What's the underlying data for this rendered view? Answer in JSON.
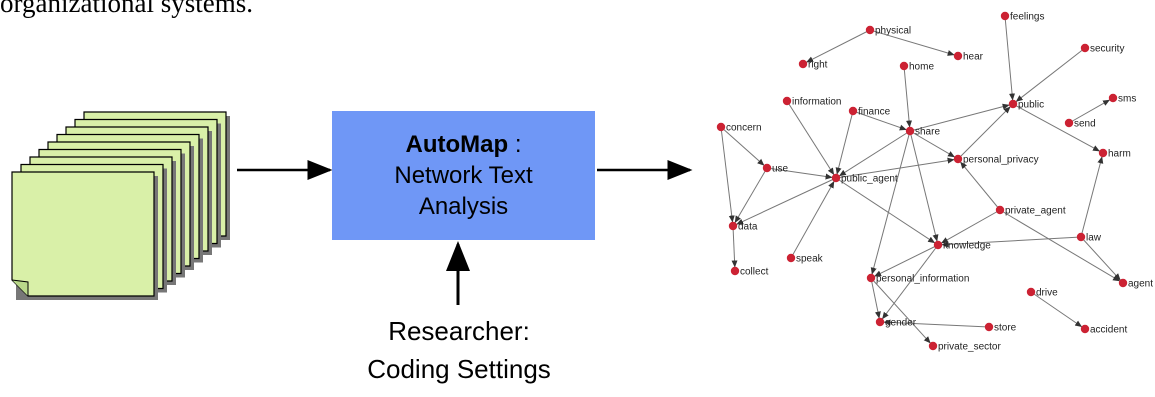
{
  "intro_text": "organizational systems.",
  "box": {
    "title": "AutoMap",
    "title_suffix": " :",
    "line1": "Network Text",
    "line2": "Analysis"
  },
  "researcher": {
    "line1": "Researcher:",
    "line2": "Coding Settings"
  },
  "network": {
    "node_color": "#cc2233",
    "nodes": [
      "feelings",
      "physical",
      "hear",
      "right",
      "home",
      "security",
      "public",
      "sms",
      "send",
      "information",
      "finance",
      "concern",
      "share",
      "personal_privacy",
      "harm",
      "use",
      "public_agent",
      "private_agent",
      "data",
      "law",
      "knowledge",
      "speak",
      "collect",
      "personal_information",
      "agent",
      "drive",
      "gender",
      "store",
      "accident",
      "private_sector"
    ],
    "edges": [
      [
        "physical",
        "right"
      ],
      [
        "physical",
        "hear"
      ],
      [
        "feelings",
        "public"
      ],
      [
        "security",
        "public"
      ],
      [
        "send",
        "sms"
      ],
      [
        "public",
        "harm"
      ],
      [
        "home",
        "share"
      ],
      [
        "finance",
        "share"
      ],
      [
        "share",
        "public"
      ],
      [
        "share",
        "personal_privacy"
      ],
      [
        "personal_privacy",
        "public"
      ],
      [
        "share",
        "public_agent"
      ],
      [
        "share",
        "knowledge"
      ],
      [
        "share",
        "personal_information"
      ],
      [
        "information",
        "public_agent"
      ],
      [
        "finance",
        "public_agent"
      ],
      [
        "concern",
        "use"
      ],
      [
        "concern",
        "data"
      ],
      [
        "use",
        "public_agent"
      ],
      [
        "use",
        "data"
      ],
      [
        "public_agent",
        "personal_privacy"
      ],
      [
        "public_agent",
        "data"
      ],
      [
        "public_agent",
        "knowledge"
      ],
      [
        "speak",
        "public_agent"
      ],
      [
        "data",
        "collect"
      ],
      [
        "private_agent",
        "personal_privacy"
      ],
      [
        "private_agent",
        "knowledge"
      ],
      [
        "law",
        "harm"
      ],
      [
        "law",
        "knowledge"
      ],
      [
        "law",
        "agent"
      ],
      [
        "knowledge",
        "personal_information"
      ],
      [
        "knowledge",
        "gender"
      ],
      [
        "personal_information",
        "gender"
      ],
      [
        "personal_information",
        "private_sector"
      ],
      [
        "store",
        "gender"
      ],
      [
        "drive",
        "accident"
      ],
      [
        "private_agent",
        "agent"
      ]
    ]
  }
}
